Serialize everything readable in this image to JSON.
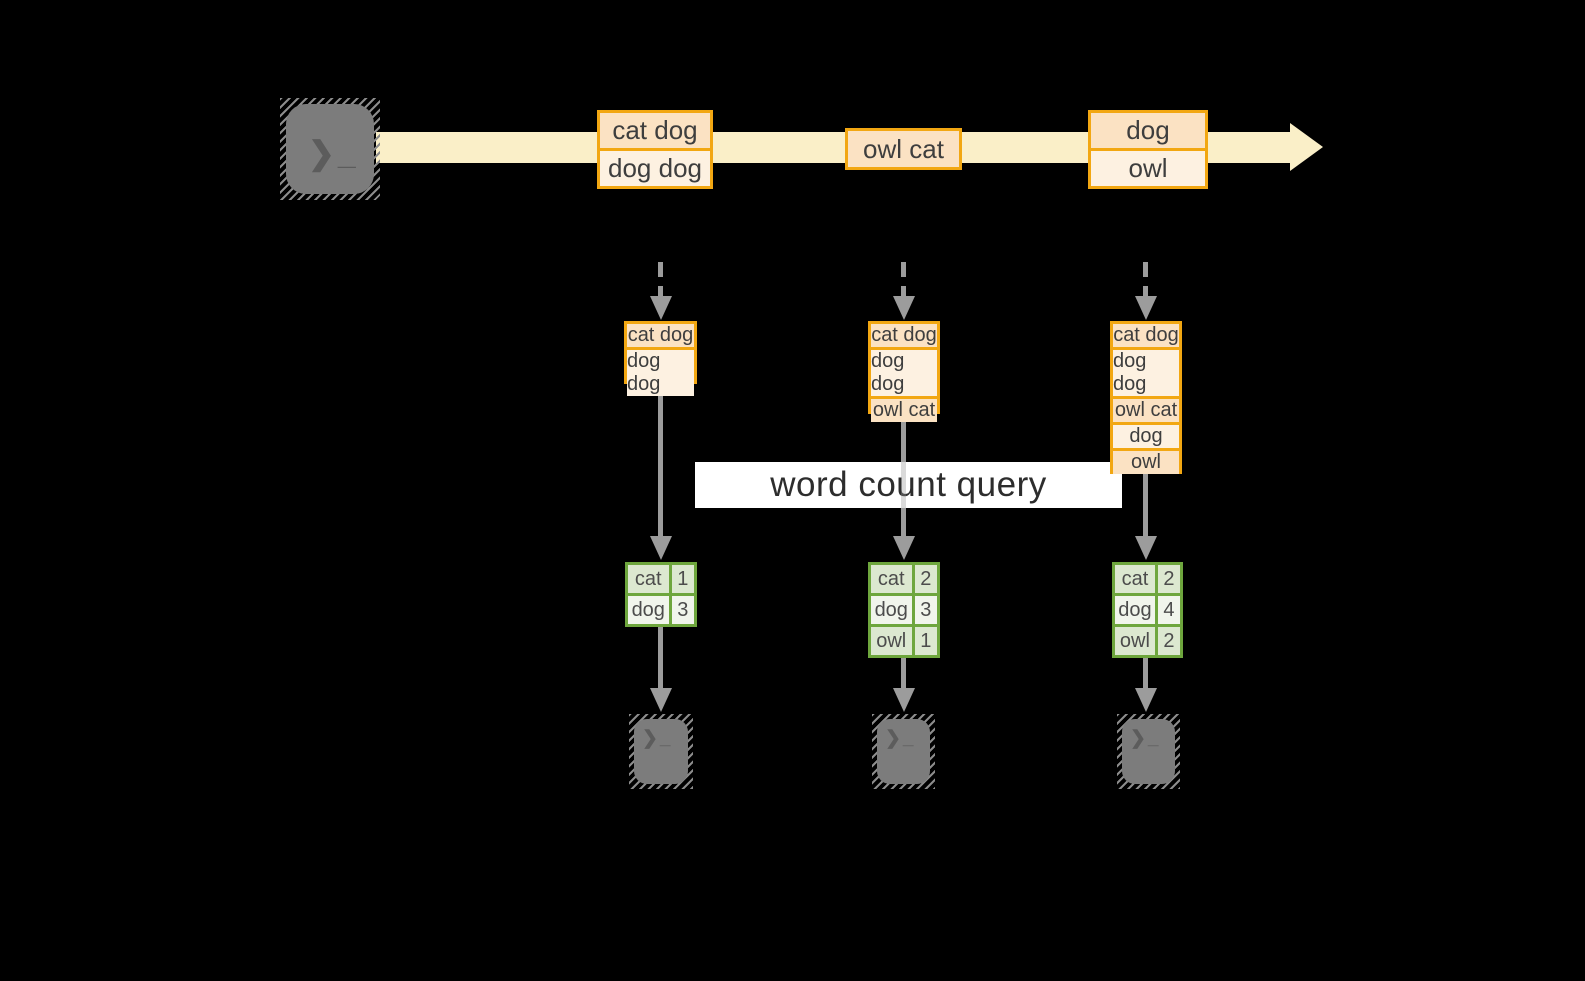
{
  "palette": {
    "background": "#000000",
    "stream_band": "#faefc8",
    "record_border": "#f2a712",
    "record_fill_peach": "#fbe2c3",
    "record_fill_cream": "#fdf1e1",
    "table_border": "#6ea63d",
    "table_row_dark": "#dce8d0",
    "table_row_light": "#f1f5ec",
    "arrow_gray": "#9c9c9c",
    "terminal_gray": "#7c7c7c"
  },
  "source_terminal": {
    "glyph": "❯_"
  },
  "stream": {
    "batches": [
      {
        "lines": [
          "cat dog",
          "dog dog"
        ]
      },
      {
        "lines": [
          "owl cat"
        ]
      },
      {
        "lines": [
          "dog",
          "owl"
        ]
      }
    ]
  },
  "query_label": "word count query",
  "pipelines": [
    {
      "input_records": [
        "cat dog",
        "dog dog"
      ],
      "counts": [
        {
          "word": "cat",
          "count": "1"
        },
        {
          "word": "dog",
          "count": "3"
        }
      ],
      "sink_glyph": "❯_"
    },
    {
      "input_records": [
        "cat dog",
        "dog dog",
        "owl cat"
      ],
      "counts": [
        {
          "word": "cat",
          "count": "2"
        },
        {
          "word": "dog",
          "count": "3"
        },
        {
          "word": "owl",
          "count": "1"
        }
      ],
      "sink_glyph": "❯_"
    },
    {
      "input_records": [
        "cat dog",
        "dog dog",
        "owl cat",
        "dog",
        "owl"
      ],
      "counts": [
        {
          "word": "cat",
          "count": "2"
        },
        {
          "word": "dog",
          "count": "4"
        },
        {
          "word": "owl",
          "count": "2"
        }
      ],
      "sink_glyph": "❯_"
    }
  ]
}
